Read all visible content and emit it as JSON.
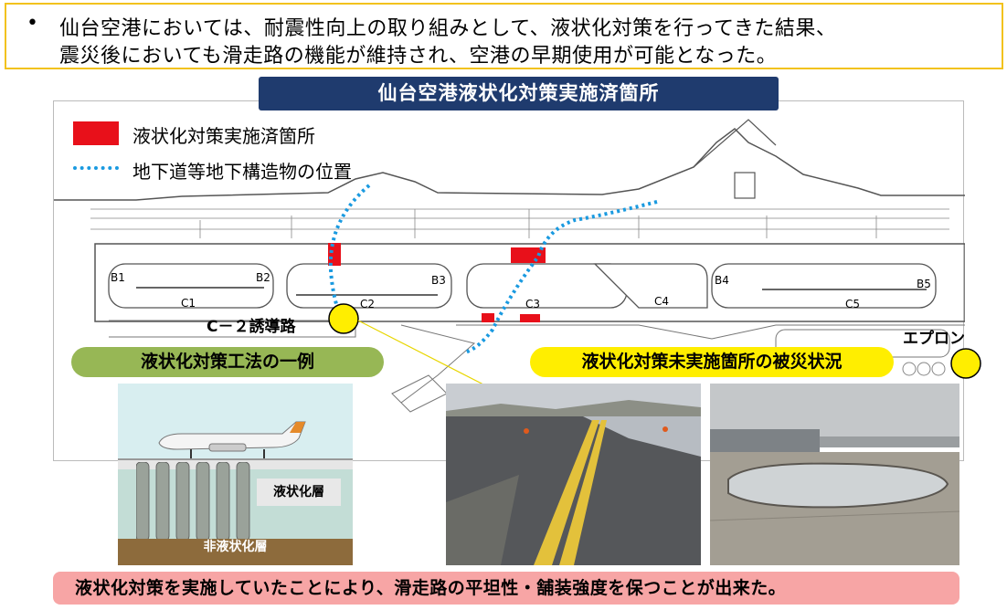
{
  "intro": {
    "bullet": "•",
    "line1": "仙台空港においては、耐震性向上の取り組みとして、液状化対策を行ってきた結果、",
    "line2": "震災後においても滑走路の機能が維持され、空港の早期使用が可能となった。"
  },
  "title": "仙台空港液状化対策実施済箇所",
  "legend": {
    "implemented": "液状化対策実施済箇所",
    "underground": "地下道等地下構造物の位置"
  },
  "map_labels": {
    "b1": "B1",
    "b2": "B2",
    "b3": "B3",
    "b4": "B4",
    "b5": "B5",
    "c1": "C1",
    "c2": "C2",
    "c3": "C3",
    "c4": "C4",
    "c5": "C5",
    "taxiway": "C－２誘導路",
    "apron": "エプロン"
  },
  "method": {
    "heading": "液状化対策工法の一例",
    "liquefaction_layer": "液状化層",
    "non_liquefaction_layer": "非液状化層"
  },
  "damage_heading": "液状化対策未実施箇所の被災状況",
  "conclusion": "液状化対策を実施していたことにより、滑走路の平坦性・舗装強度を保つことが出来た。",
  "colors": {
    "legend_red": "#e8101a",
    "legend_blue": "#1a9ae0",
    "title_bg": "#1f3b6e",
    "marker_yellow": "#ffee00"
  }
}
